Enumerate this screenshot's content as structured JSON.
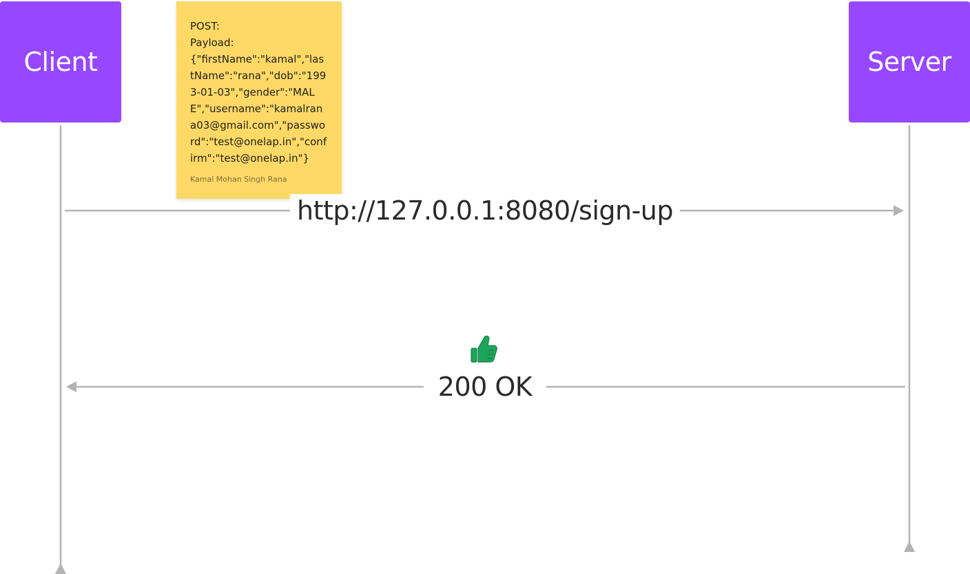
{
  "actors": {
    "client": "Client",
    "server": "Server"
  },
  "note": {
    "lines": [
      "POST:",
      "Payload:",
      "{\"firstName\":\"kamal\",\"lastName\":\"rana\",\"dob\":\"1993-01-03\",\"gender\":\"MALE\",\"username\":\"kamalrana03@gmail.com\",\"password\":\"test@onelap.in\",\"confirm\":\"test@onelap.in\"}"
    ],
    "author": "Kamal Mohan Singh Rana"
  },
  "messages": {
    "request": "http://127.0.0.1:8080/sign-up",
    "response": "200 OK"
  },
  "icons": {
    "response_icon": "thumbs-up-icon"
  },
  "colors": {
    "actor_fill": "#9747ff",
    "sticky_fill": "#ffd966",
    "line": "#b3b3b3",
    "thumb": "#1ea35a"
  }
}
